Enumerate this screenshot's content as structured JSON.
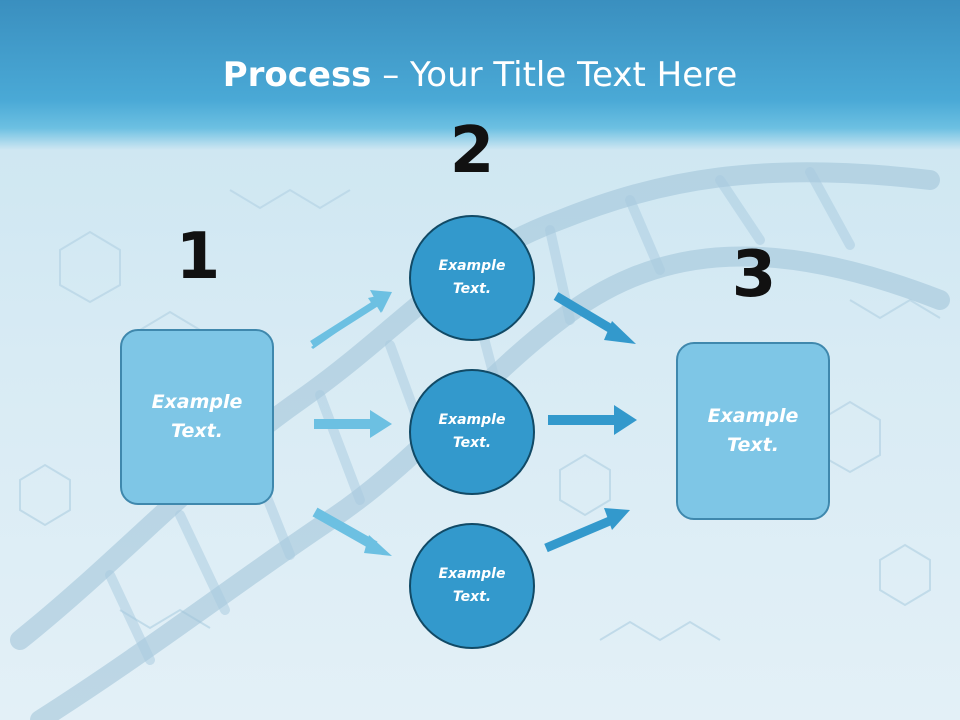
{
  "slide": {
    "title_bold": "Process",
    "title_rest": " – Your Title Text Here"
  },
  "steps": {
    "one": "1",
    "two": "2",
    "three": "3"
  },
  "left_box": {
    "line1": "Example",
    "line2": "Text."
  },
  "right_box": {
    "line1": "Example",
    "line2": "Text."
  },
  "circles": [
    {
      "line1": "Example",
      "line2": "Text."
    },
    {
      "line1": "Example",
      "line2": "Text."
    },
    {
      "line1": "Example",
      "line2": "Text."
    }
  ],
  "colors": {
    "header": "#4aa9d6",
    "box_fill": "#7ec6e6",
    "circle_fill": "#3399cc",
    "arrow_light": "#6cc0e2",
    "arrow_dark": "#3399cc"
  }
}
